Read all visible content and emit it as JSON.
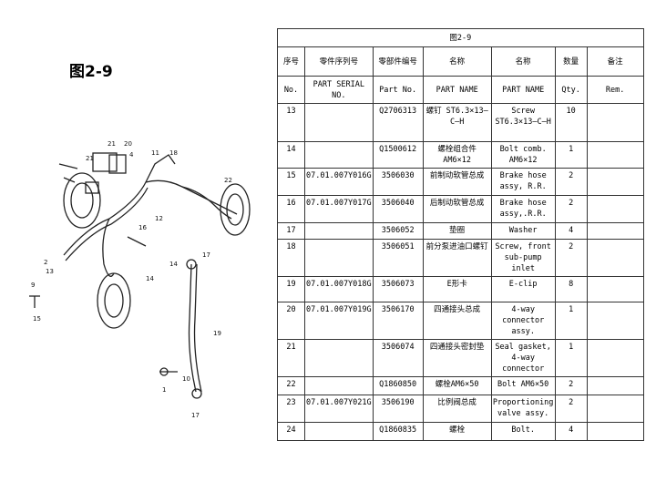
{
  "figure": {
    "title": "图2-9"
  },
  "diagram": {
    "callouts": [
      "21",
      "20",
      "21",
      "4",
      "11",
      "18",
      "22",
      "2",
      "16",
      "12",
      "13",
      "14",
      "9",
      "17",
      "14",
      "19",
      "15",
      "10",
      "17",
      "1"
    ]
  },
  "table": {
    "title": "图2-9",
    "header_cn": [
      "序号",
      "零件序列号",
      "零部件编号",
      "名称",
      "名称",
      "数量",
      "备注"
    ],
    "header_en": [
      "No.",
      "PART SERIAL NO.",
      "Part No.",
      "PART NAME",
      "PART NAME",
      "Qty.",
      "Rem."
    ],
    "rows": [
      {
        "no": "13",
        "serial": "",
        "part_no": "Q2706313",
        "name_cn": "螺钉 ST6.3×13—C—H",
        "name_en": "Screw ST6.3×13—C—H",
        "qty": "10",
        "rem": ""
      },
      {
        "no": "14",
        "serial": "",
        "part_no": "Q1500612",
        "name_cn": "螺栓组合件 AM6×12",
        "name_en": "Bolt comb. AM6×12",
        "qty": "1",
        "rem": ""
      },
      {
        "no": "15",
        "serial": "07.01.007Y016G",
        "part_no": "3506030",
        "name_cn": "前制动软管总成",
        "name_en": "Brake hose assy, R.R.",
        "qty": "2",
        "rem": ""
      },
      {
        "no": "16",
        "serial": "07.01.007Y017G",
        "part_no": "3506040",
        "name_cn": "后制动软管总成",
        "name_en": "Brake hose assy,.R.R.",
        "qty": "2",
        "rem": ""
      },
      {
        "no": "17",
        "serial": "",
        "part_no": "3506052",
        "name_cn": "垫圈",
        "name_en": "Washer",
        "qty": "4",
        "rem": ""
      },
      {
        "no": "18",
        "serial": "",
        "part_no": "3506051",
        "name_cn": "前分泵进油口螺钉",
        "name_en": "Screw, front sub-pump inlet",
        "qty": "2",
        "rem": ""
      },
      {
        "no": "19",
        "serial": "07.01.007Y018G",
        "part_no": "3506073",
        "name_cn": "E形卡",
        "name_en": "E-clip",
        "qty": "8",
        "rem": ""
      },
      {
        "no": "20",
        "serial": "07.01.007Y019G",
        "part_no": "3506170",
        "name_cn": "四通接头总成",
        "name_en": "4-way connector assy.",
        "qty": "1",
        "rem": ""
      },
      {
        "no": "21",
        "serial": "",
        "part_no": "3506074",
        "name_cn": "四通接头密封垫",
        "name_en": "Seal gasket, 4-way connector",
        "qty": "1",
        "rem": ""
      },
      {
        "no": "22",
        "serial": "",
        "part_no": "Q1860850",
        "name_cn": "螺栓AM6×50",
        "name_en": "Bolt AM6×50",
        "qty": "2",
        "rem": ""
      },
      {
        "no": "23",
        "serial": "07.01.007Y021G",
        "part_no": "3506190",
        "name_cn": "比例阀总成",
        "name_en": "Proportioning valve assy.",
        "qty": "2",
        "rem": ""
      },
      {
        "no": "24",
        "serial": "",
        "part_no": "Q1860835",
        "name_cn": "螺栓",
        "name_en": "Bolt.",
        "qty": "4",
        "rem": ""
      }
    ]
  }
}
